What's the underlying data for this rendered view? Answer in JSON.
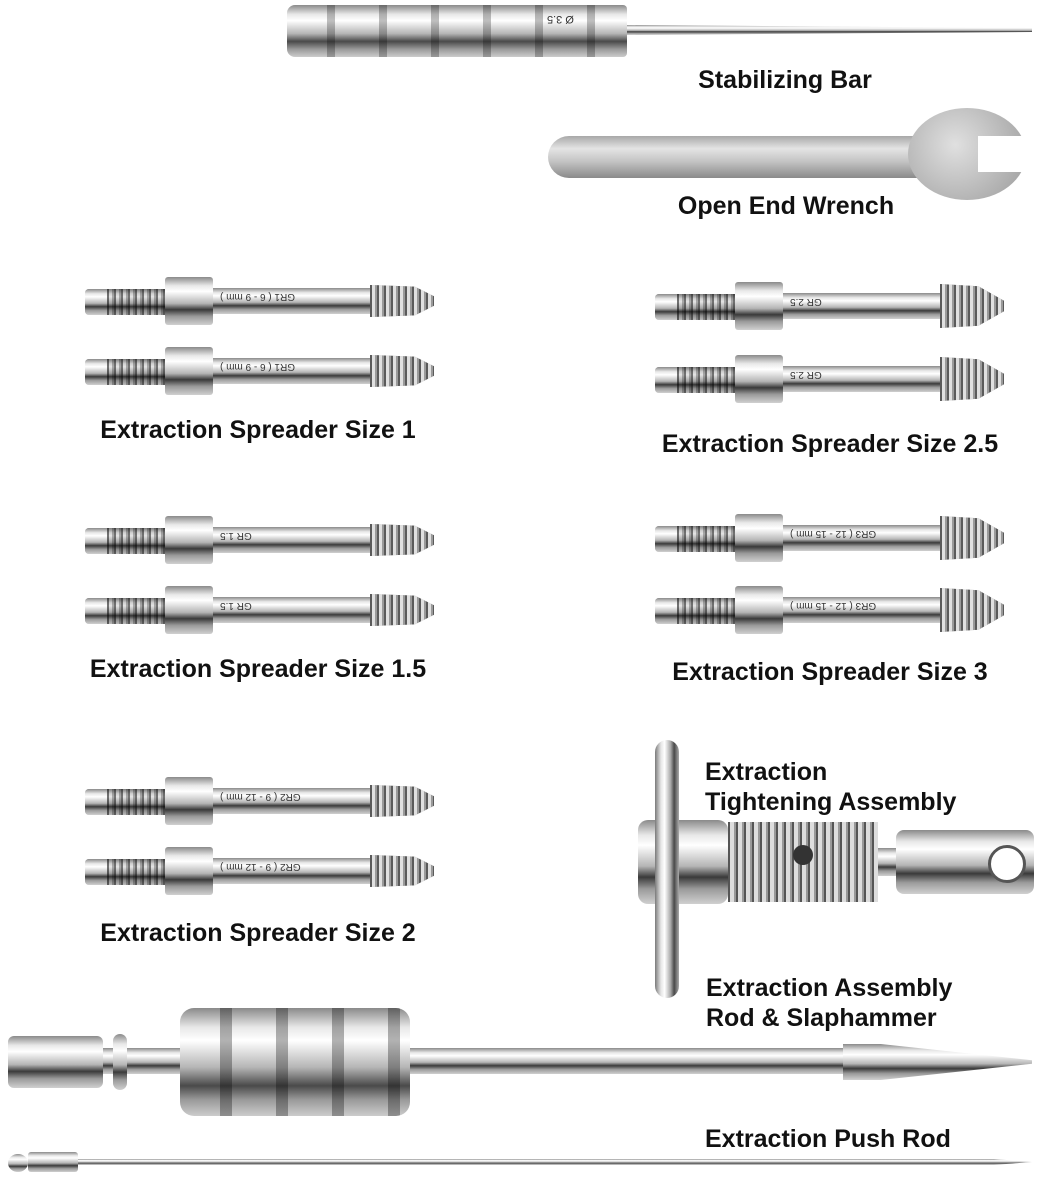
{
  "labels": {
    "stabilizing_bar": "Stabilizing Bar",
    "open_end_wrench": "Open End Wrench",
    "spreader_1": "Extraction Spreader Size 1",
    "spreader_2_5": "Extraction Spreader Size 2.5",
    "spreader_1_5": "Extraction Spreader Size 1.5",
    "spreader_3": "Extraction Spreader Size 3",
    "spreader_2": "Extraction Spreader Size 2",
    "tightening_line1": "Extraction",
    "tightening_line2": "Tightening Assembly",
    "slaphammer_line1": "Extraction Assembly",
    "slaphammer_line2": "Rod & Slaphammer",
    "push_rod": "Extraction Push Rod"
  },
  "engravings": {
    "stabilizing_bar": "Ø 3.5",
    "size_1": "GR1 ( 6 - 9 mm )",
    "size_2_5": "GR 2.5",
    "size_1_5": "GR 1.5",
    "size_3": "GR3 ( 12 - 15 mm )",
    "size_2": "GR2 ( 9 - 12 mm )"
  }
}
